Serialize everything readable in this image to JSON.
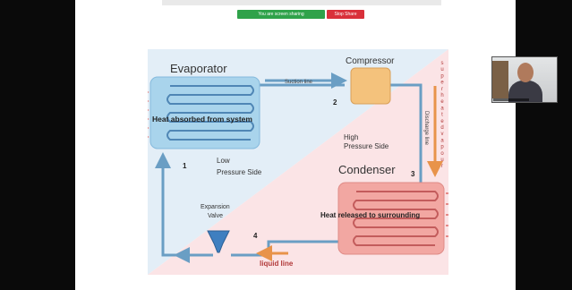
{
  "share_bar": {
    "sharing_status": "You are screen sharing",
    "stop_label": "Stop Share"
  },
  "diagram": {
    "evaporator_label": "Evaporator",
    "compressor_label": "Compressor",
    "condenser_label": "Condenser",
    "suction_line_label": "Suction line",
    "discharge_line_label": "Discharge line",
    "heat_absorbed_label": "Heat absorbed from system",
    "heat_released_label": "Heat released to surrounding",
    "low_pressure_line1": "Low",
    "low_pressure_line2": "Pressure Side",
    "high_pressure_line1": "High",
    "high_pressure_line2": "Pressure Side",
    "expansion_valve_line1": "Expansion",
    "expansion_valve_line2": "Valve",
    "liquid_line_label": "liquid line",
    "superheated_vapour_label": "superheated vapour",
    "superheated_vapour_letters": [
      "s",
      "u",
      "p",
      "e",
      "r",
      "h",
      "e",
      "a",
      "t",
      "e",
      "d",
      "v",
      "a",
      "p",
      "o",
      "u",
      "r"
    ],
    "point_1": "1",
    "point_2": "2",
    "point_3": "3",
    "point_4": "4"
  },
  "colors": {
    "pipe_blue": "#6a9ec4",
    "arrow_orange": "#e8934a",
    "evaporator_fill": "#a9d4ec",
    "condenser_fill": "#f2a7a2",
    "compressor_fill": "#f4c27c",
    "low_side_bg": "#e3eef7",
    "high_side_bg": "#fbe4e6",
    "label_dark_red": "#b23a3a"
  }
}
